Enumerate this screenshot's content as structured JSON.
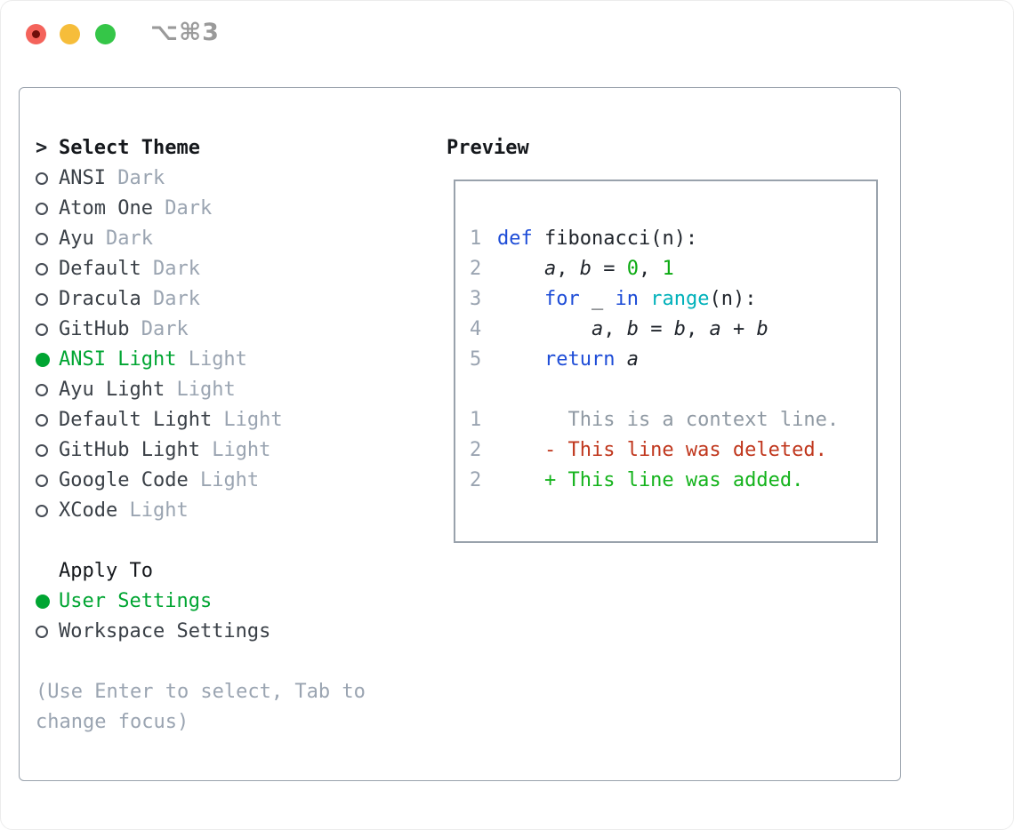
{
  "window": {
    "title": "⌥⌘3",
    "traffic_lights": [
      "close",
      "minimize",
      "zoom"
    ]
  },
  "colors": {
    "accent_green": "#00a532",
    "keyword_blue": "#1d4cd7",
    "builtin_cyan": "#00b1ba",
    "number_green": "#0caa12",
    "added_green": "#14b31c",
    "deleted_red": "#c0371d",
    "context_gray": "#8f99a3",
    "muted_gray": "#9aa4b1",
    "text_dark": "#3a4047",
    "border_gray": "#99a2ac"
  },
  "theme_picker": {
    "header": {
      "marker": ">",
      "label": "Select Theme"
    },
    "themes": [
      {
        "name": "ANSI",
        "tag": "Dark",
        "selected": false
      },
      {
        "name": "Atom One",
        "tag": "Dark",
        "selected": false
      },
      {
        "name": "Ayu",
        "tag": "Dark",
        "selected": false
      },
      {
        "name": "Default",
        "tag": "Dark",
        "selected": false
      },
      {
        "name": "Dracula",
        "tag": "Dark",
        "selected": false
      },
      {
        "name": "GitHub",
        "tag": "Dark",
        "selected": false
      },
      {
        "name": "ANSI Light",
        "tag": "Light",
        "selected": true
      },
      {
        "name": "Ayu Light",
        "tag": "Light",
        "selected": false
      },
      {
        "name": "Default Light",
        "tag": "Light",
        "selected": false
      },
      {
        "name": "GitHub Light",
        "tag": "Light",
        "selected": false
      },
      {
        "name": "Google Code",
        "tag": "Light",
        "selected": false
      },
      {
        "name": "XCode",
        "tag": "Light",
        "selected": false
      }
    ],
    "apply_to": {
      "label": "Apply To",
      "options": [
        {
          "label": "User Settings",
          "selected": true
        },
        {
          "label": "Workspace Settings",
          "selected": false
        }
      ]
    },
    "hint_line1": "(Use Enter to select, Tab to",
    "hint_line2": "change focus)"
  },
  "preview": {
    "label": "Preview",
    "lines": [
      {
        "no": "1",
        "tokens": [
          {
            "c": "kw",
            "s": "def"
          },
          {
            "c": "plain",
            "s": " fibonacci(n):"
          }
        ]
      },
      {
        "no": "2",
        "tokens": [
          {
            "c": "plain",
            "s": "    "
          },
          {
            "c": "var",
            "s": "a"
          },
          {
            "c": "plain",
            "s": ", "
          },
          {
            "c": "var",
            "s": "b"
          },
          {
            "c": "plain",
            "s": " = "
          },
          {
            "c": "num",
            "s": "0"
          },
          {
            "c": "plain",
            "s": ", "
          },
          {
            "c": "num",
            "s": "1"
          }
        ]
      },
      {
        "no": "3",
        "tokens": [
          {
            "c": "plain",
            "s": "    "
          },
          {
            "c": "kw",
            "s": "for"
          },
          {
            "c": "plain",
            "s": " _ "
          },
          {
            "c": "kw",
            "s": "in"
          },
          {
            "c": "plain",
            "s": " "
          },
          {
            "c": "builtin",
            "s": "range"
          },
          {
            "c": "plain",
            "s": "(n):"
          }
        ]
      },
      {
        "no": "4",
        "tokens": [
          {
            "c": "plain",
            "s": "        "
          },
          {
            "c": "var",
            "s": "a"
          },
          {
            "c": "plain",
            "s": ", "
          },
          {
            "c": "var",
            "s": "b"
          },
          {
            "c": "plain",
            "s": " = "
          },
          {
            "c": "var",
            "s": "b"
          },
          {
            "c": "plain",
            "s": ", "
          },
          {
            "c": "var",
            "s": "a"
          },
          {
            "c": "plain",
            "s": " + "
          },
          {
            "c": "var",
            "s": "b"
          }
        ]
      },
      {
        "no": "5",
        "tokens": [
          {
            "c": "plain",
            "s": "    "
          },
          {
            "c": "kw",
            "s": "return"
          },
          {
            "c": "plain",
            "s": " "
          },
          {
            "c": "var",
            "s": "a"
          }
        ]
      },
      {
        "no": "",
        "tokens": []
      },
      {
        "no": "1",
        "tokens": [
          {
            "c": "ctx",
            "s": "      This is a context line."
          }
        ]
      },
      {
        "no": "2",
        "tokens": [
          {
            "c": "del",
            "s": "    - This line was deleted."
          }
        ]
      },
      {
        "no": "2",
        "tokens": [
          {
            "c": "add",
            "s": "    + This line was added."
          }
        ]
      }
    ]
  }
}
